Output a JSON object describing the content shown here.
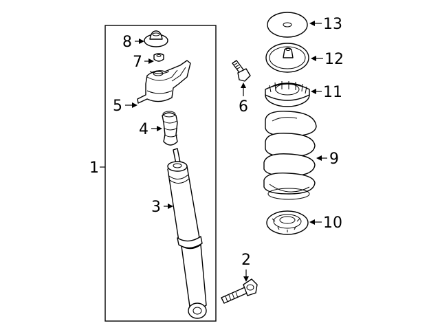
{
  "callouts": [
    {
      "id": "1",
      "label": "1"
    },
    {
      "id": "2",
      "label": "2"
    },
    {
      "id": "3",
      "label": "3"
    },
    {
      "id": "4",
      "label": "4"
    },
    {
      "id": "5",
      "label": "5"
    },
    {
      "id": "6",
      "label": "6"
    },
    {
      "id": "7",
      "label": "7"
    },
    {
      "id": "8",
      "label": "8"
    },
    {
      "id": "9",
      "label": "9"
    },
    {
      "id": "10",
      "label": "10"
    },
    {
      "id": "11",
      "label": "11"
    },
    {
      "id": "12",
      "label": "12"
    },
    {
      "id": "13",
      "label": "13"
    }
  ],
  "colors": {
    "ink": "#000000",
    "background": "#ffffff"
  }
}
